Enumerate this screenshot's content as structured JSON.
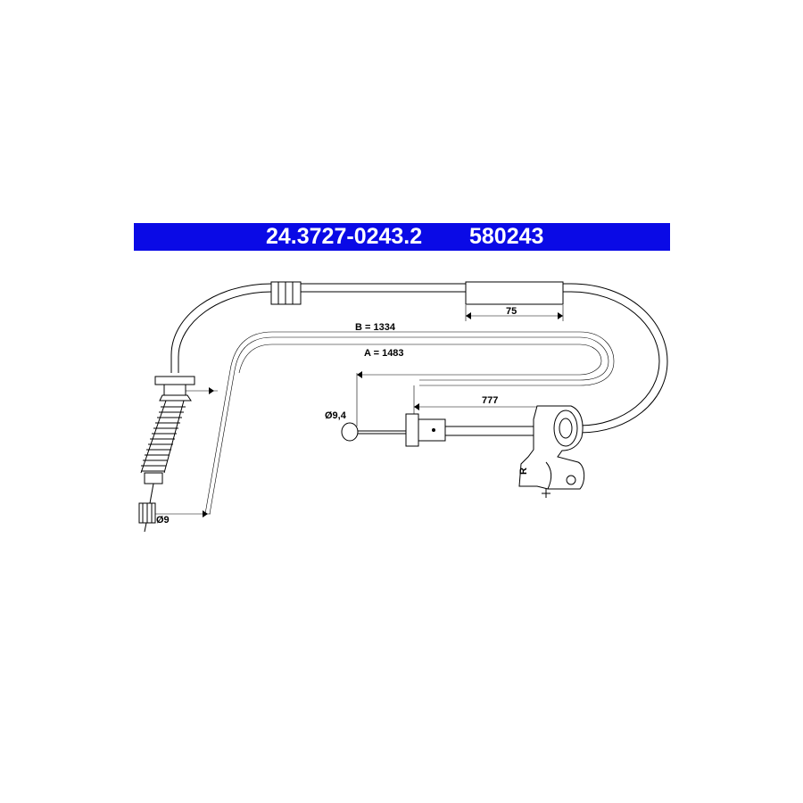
{
  "header": {
    "part_number": "24.3727-0243.2",
    "ref_number": "580243"
  },
  "dimensions": {
    "b_label": "B = 1334",
    "a_label": "A = 1483",
    "sleeve_length": "75",
    "inner_length": "777",
    "diameter_left": "Ø9",
    "diameter_right": "Ø9,4"
  },
  "bracket_mark": "R",
  "colors": {
    "header_background": "#0a0ae6",
    "header_text": "#ffffff",
    "line": "#000000"
  }
}
